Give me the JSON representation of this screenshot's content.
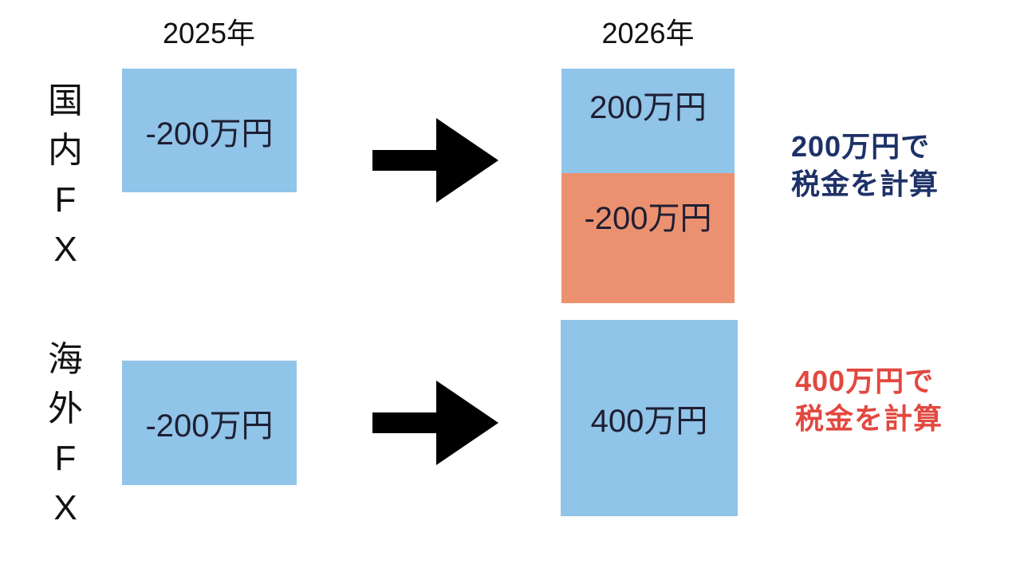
{
  "columns": {
    "year_2025": "2025年",
    "year_2026": "2026年"
  },
  "rows": {
    "domestic": {
      "label": "国内FX",
      "label_chars": [
        "国",
        "内",
        "F",
        "X"
      ],
      "box_2025": {
        "value": "-200万円"
      },
      "box_2026_profit": {
        "value": "200万円"
      },
      "box_2026_loss": {
        "value": "-200万円"
      },
      "annotation": {
        "line1": "200万円で",
        "line2": "税金を計算"
      }
    },
    "overseas": {
      "label": "海外FX",
      "label_chars": [
        "海",
        "外",
        "F",
        "X"
      ],
      "box_2025": {
        "value": "-200万円"
      },
      "box_2026": {
        "value": "400万円"
      },
      "annotation": {
        "line1": "400万円で",
        "line2": "税金を計算"
      }
    }
  },
  "icons": {
    "arrow_right": "right-arrow"
  },
  "colors": {
    "box_blue": "#90C4E8",
    "box_salmon": "#EC9170",
    "annotation_navy": "#1E3168",
    "annotation_red": "#E2483F",
    "arrow": "#000000",
    "box_text": "#1F1F33",
    "title_text": "#111111"
  }
}
